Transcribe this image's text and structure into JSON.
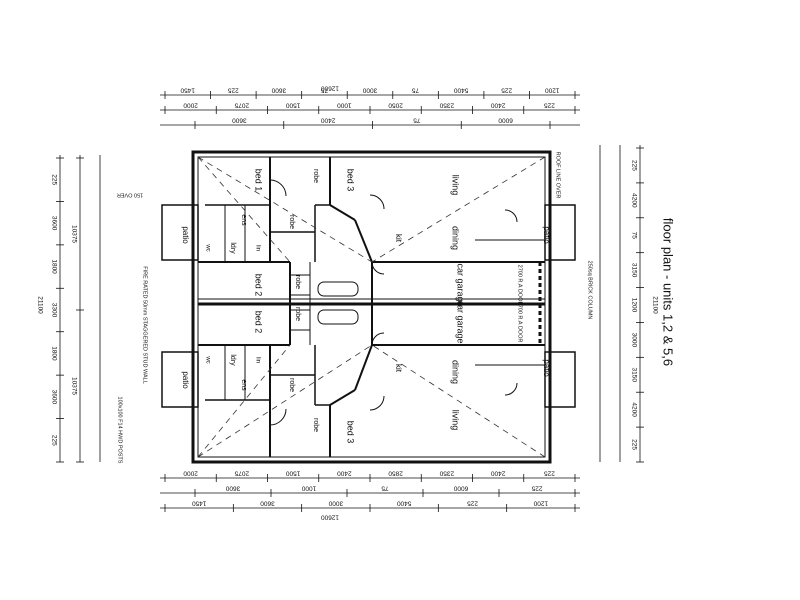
{
  "caption": "floor plan - units 1,2 & 5,6",
  "rooms": {
    "bed1": "bed 1",
    "bed2_top": "bed 2",
    "bed2_bottom": "bed 2",
    "bed3_top": "bed 3",
    "bed3_bottom": "bed 3",
    "living_top": "living",
    "living_bottom": "living",
    "dining_top": "dining",
    "dining_bottom": "dining",
    "kit_top": "kit",
    "kit_bottom": "kit",
    "car_garage_top": "car garage",
    "car_garage_bottom": "car garage",
    "patio_tl": "patio",
    "patio_bl": "patio",
    "patio_tr": "patio",
    "patio_br": "patio",
    "robe_1": "robe",
    "robe_2": "robe",
    "robe_3": "robe",
    "robe_4": "robe",
    "robe_5": "robe",
    "robe_6": "robe",
    "ens_top": "ens",
    "ens_bottom": "ens",
    "ldry_top": "ldry",
    "ldry_bottom": "ldry",
    "wc_top": "wc",
    "wc_bottom": "wc",
    "lin_top": "lin",
    "lin_bottom": "lin"
  },
  "notes": {
    "fire_wall": "FIRE RATED 50mm STAGGERED STUD WALL",
    "brick_column": "250sq BRICK COLUMN",
    "over_wall": "150 OVER",
    "side_wall": "100x100 F14 HWD POSTS",
    "roof_line": "ROOF LINE OVER",
    "garage_door_top": "2700 R.A DOOR",
    "garage_door_bottom": "2700 R.A DOOR"
  },
  "dims": {
    "top_row1": [
      "1450",
      "225",
      "3600",
      "75",
      "3000",
      "75",
      "5400",
      "225",
      "1200"
    ],
    "top_total": "12600",
    "top_row2": [
      "2000",
      "2075",
      "1500",
      "1000",
      "2050",
      "2350",
      "2400",
      "225"
    ],
    "top_row3": [
      "3600",
      "2400",
      "75",
      "6000"
    ],
    "bottom_row1": [
      "2000",
      "2075",
      "1500",
      "2400",
      "2850",
      "2350",
      "2400",
      "225"
    ],
    "bottom_row2": [
      "3600",
      "1000",
      "75",
      "6000",
      "225"
    ],
    "bottom_row3": [
      "1450",
      "3600",
      "3000",
      "5400",
      "225",
      "1200"
    ],
    "bottom_total": "12600",
    "left_outer": [
      "225",
      "3600",
      "1800",
      "3300",
      "1800",
      "3600",
      "225"
    ],
    "left_total": "21100",
    "left_mid": [
      "10375",
      "10375"
    ],
    "right_outer": [
      "225",
      "4200",
      "75",
      "3150",
      "1200",
      "3000",
      "3150",
      "4200",
      "225"
    ],
    "right_total": "21100"
  }
}
